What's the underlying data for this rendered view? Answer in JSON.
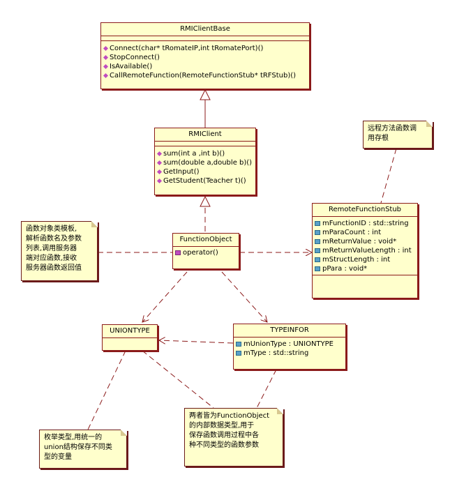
{
  "classes": {
    "rmi_client_base": {
      "name": "RMIClientBase",
      "operations": [
        "Connect(char* tRomateIP,int tRomatePort)()",
        "StopConnect()",
        "IsAvailable()",
        "CallRemoteFunction(RemoteFunctionStub* tRFStub)()"
      ]
    },
    "rmi_client": {
      "name": "RMIClient",
      "operations": [
        "sum(int a ,int b)()",
        "sum(double a,double b)()",
        "GetInput()",
        "GetStudent(Teacher t)()"
      ]
    },
    "function_object": {
      "name": "FunctionObject",
      "operations": [
        "operator()"
      ]
    },
    "remote_function_stub": {
      "name": "RemoteFunctionStub",
      "attributes": [
        "mFunctionID : std::string",
        "mParaCount : int",
        "mReturnValue : void*",
        "mReturnValueLength : int",
        "mStructLength : int",
        "pPara : void*"
      ]
    },
    "uniontype": {
      "name": "UNIONTYPE"
    },
    "typeinfor": {
      "name": "TYPEINFOR",
      "attributes": [
        "mUnionType : UNIONTYPE",
        "mType : std::string"
      ]
    }
  },
  "notes": {
    "remote_stub_note": [
      "远程方法函数调",
      "用存根"
    ],
    "function_object_note": [
      "函数对象类模板,",
      "解析函数名及参数",
      "列表,调用服务器",
      "端对应函数,接收",
      "服务器函数返回值"
    ],
    "uniontype_note": [
      "枚举类型,用统一的",
      "union结构保存不同类",
      "型的变量"
    ],
    "typeinfor_note": [
      "两者皆为FunctionObject",
      "的内部数据类型,用于",
      "保存函数调用过程中各",
      "种不同类型的函数参数"
    ]
  },
  "colors": {
    "class_fill": "#ffffcc",
    "class_border": "#8b1a1a",
    "connector": "#8b1a1a"
  }
}
